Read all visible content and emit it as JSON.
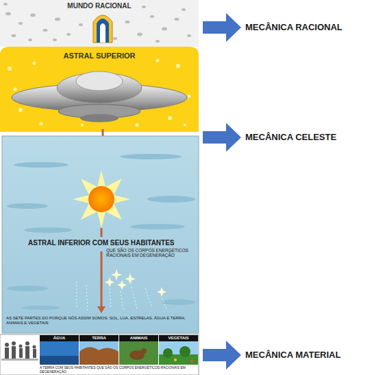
{
  "diagram": {
    "nodes": [
      {
        "text": [
          "MUNDO RACIONAL"
        ]
      },
      {
        "text": [
          "ASTRAL SUPERIOR"
        ]
      },
      {
        "text": [
          "ASTRAL INFERIOR COM SEUS HABITANTES",
          "QUE SÃO OS CORPOS ENERGÉTICOS RACIONAIS EM DEGENERAÇÃO",
          "AS SETE PARTES DO PORQUE NÓS ASSIM SOMOS: SOL, LUA, ESTRELAS, ÁGUA E TERRA; ANIMAIS E VEGETAIS"
        ]
      },
      {
        "text": [
          "A TERRA COM SEUS HABITANTES QUE SÃO OS CORPOS ENERGÉTICOS RACIONAIS EM DEGENERAÇÃO"
        ]
      },
      {
        "text": [
          "ÁGUA"
        ],
        "in": 3
      },
      {
        "text": [
          "TERRA"
        ],
        "in": 3
      },
      {
        "text": [
          "ANIMAIS"
        ],
        "in": 3
      },
      {
        "text": [
          "VEGETAIS"
        ],
        "in": 3
      }
    ],
    "labels": [
      "MECÂNICA RACIONAL",
      "MECÂNICA CELESTE",
      "MECÂNICA MATERIAL"
    ]
  }
}
